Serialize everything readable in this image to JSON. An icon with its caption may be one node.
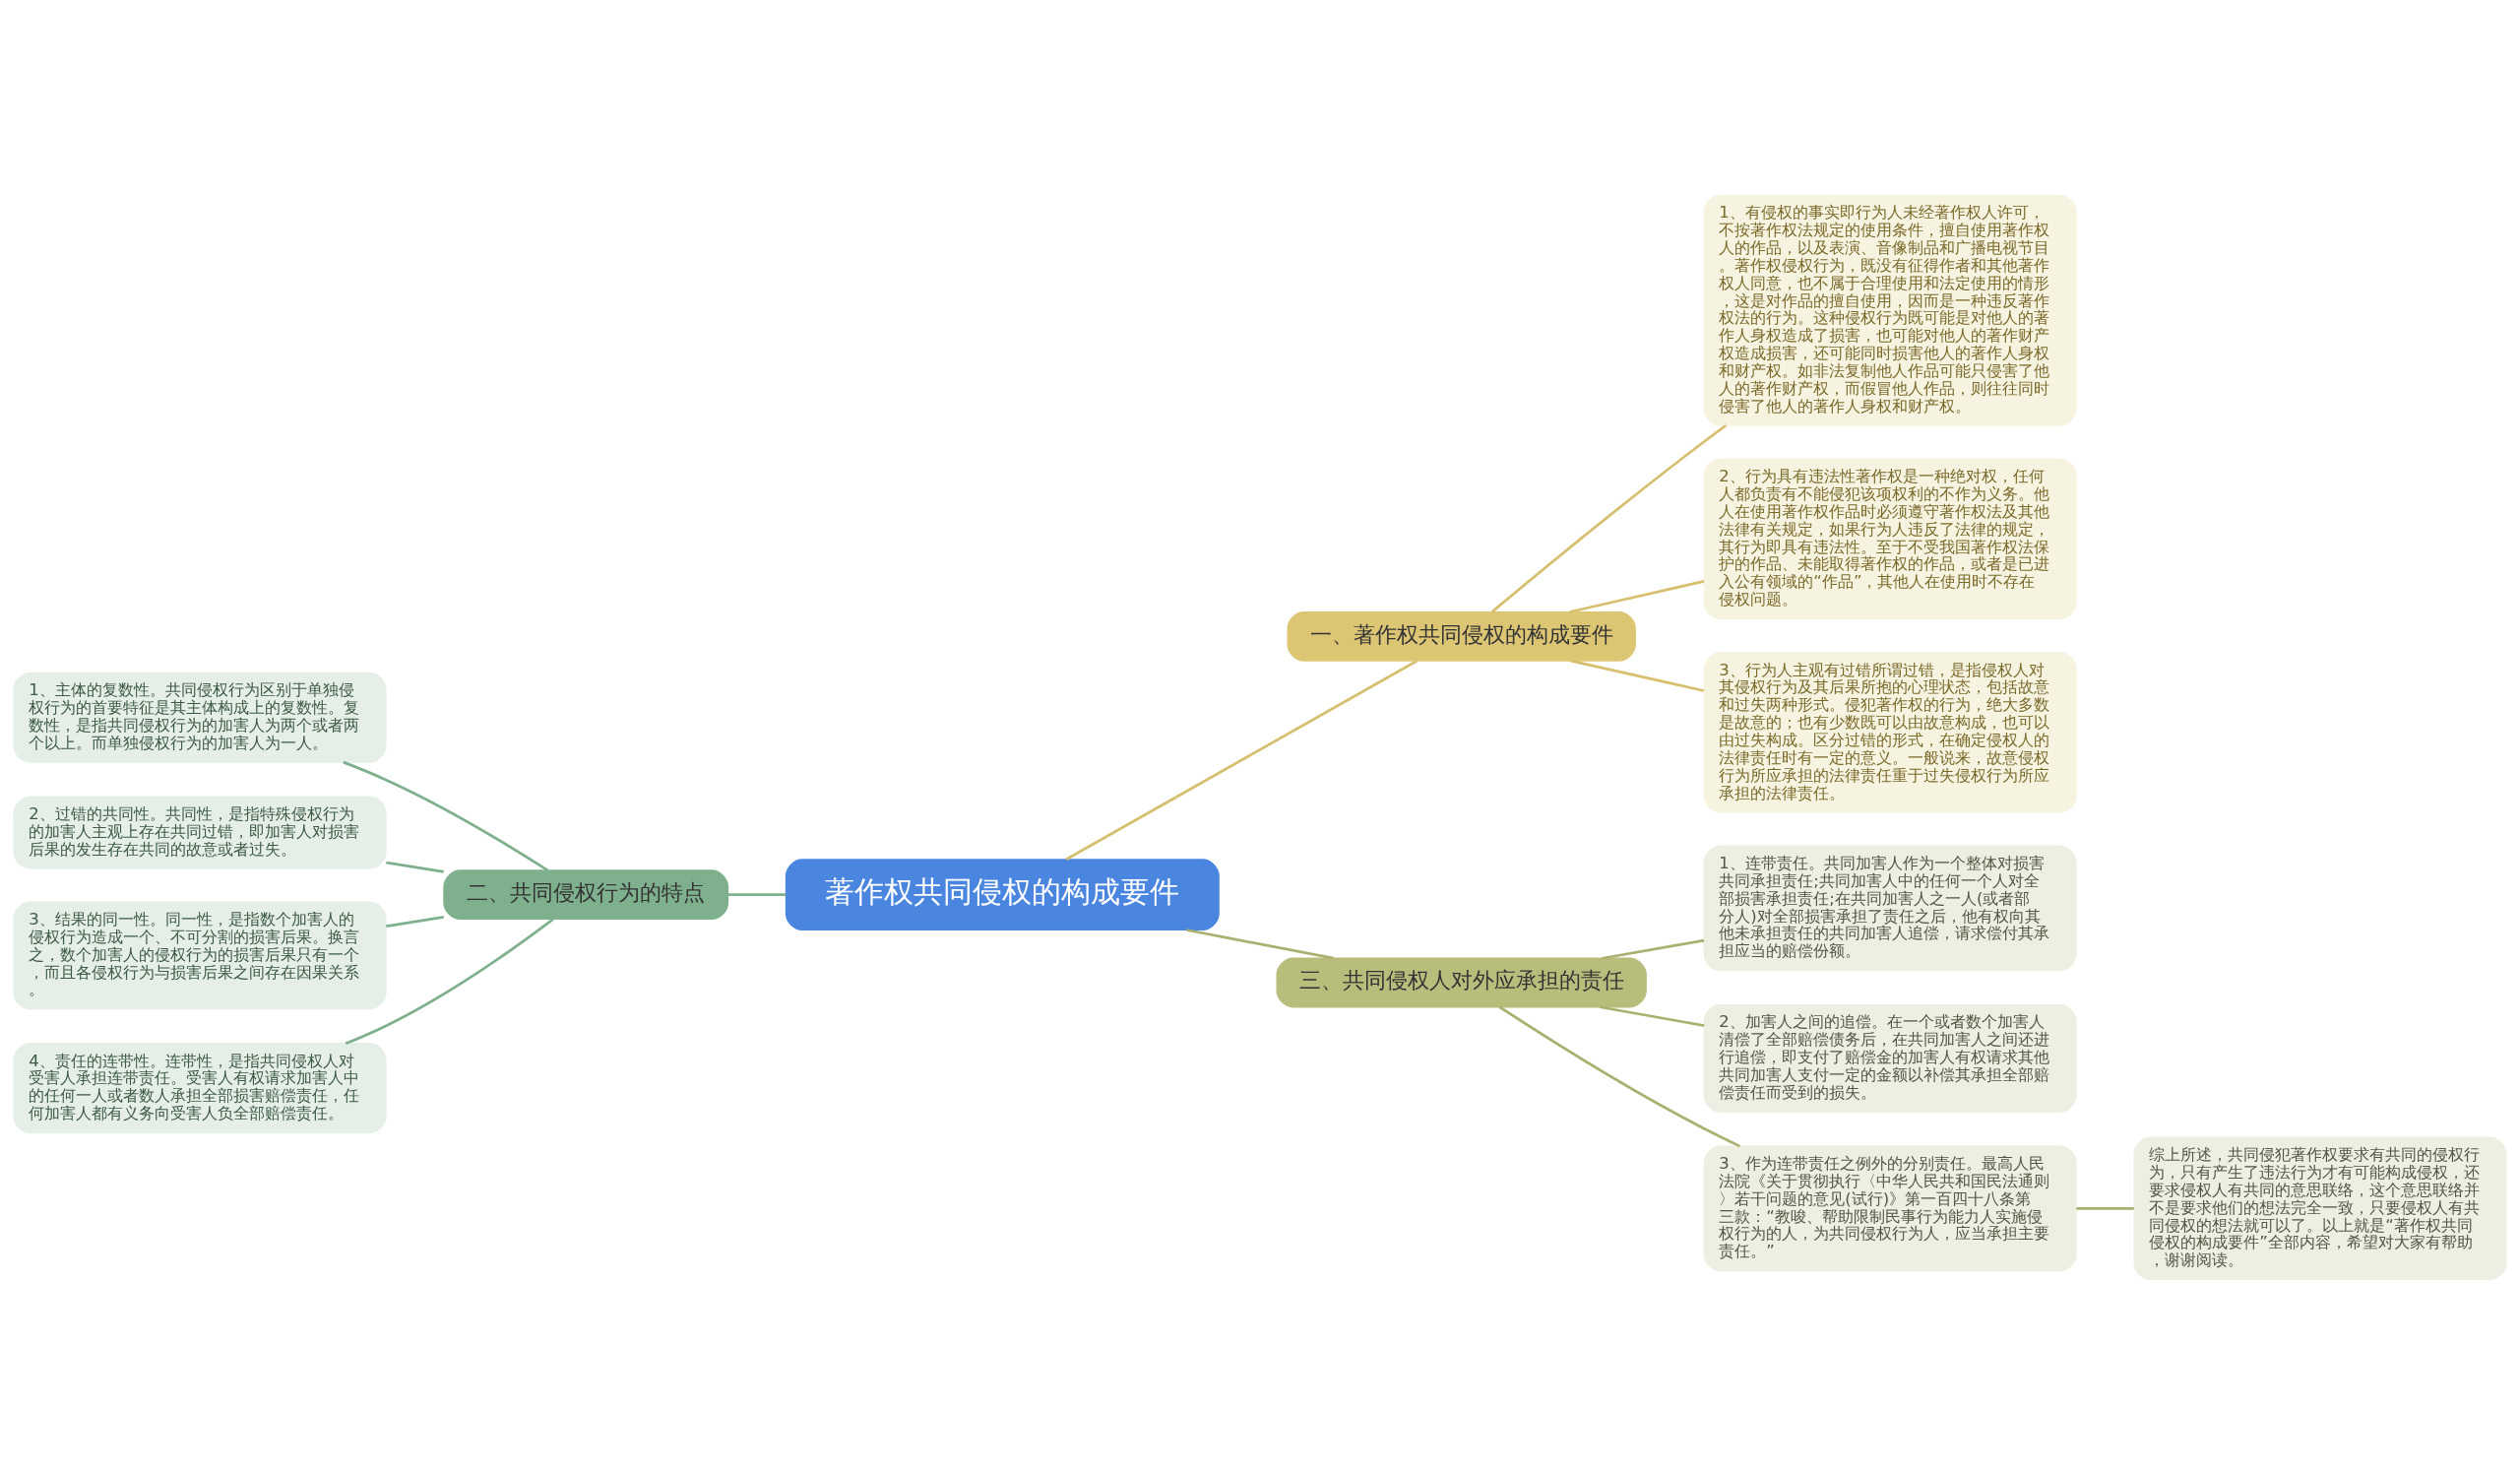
{
  "diagram": {
    "nodes": [
      {
        "text": [
          "著作权共同侵权的构成要件"
        ]
      },
      {
        "text": [
          "一、著作权共同侵权的构成要件"
        ]
      },
      {
        "text": [
          "1、有侵权的事实即行为人未经著作权人许可，不按著作权法规定的使用条件，擅自使用著作权人的作品，以及表演、音像制品和广播电视节目。著作权侵权行为，既没有征得作者和其他著作权人同意，也不属于合理使用和法定使用的情形，这是对作品的擅自使用，因而是一种违反著作权法的行为。这种侵权行为既可能是对他人的著作人身权造成了损害，也可能对他人的著作财产权造成损害，还可能同时损害他人的著作人身权和财产权。如非法复制他人作品可能只侵害了他人的著作财产权，而假冒他人作品，则往往同时侵害了他人的著作人身权和财产权。"
        ]
      },
      {
        "text": [
          "2、行为具有违法性著作权是一种绝对权，任何人都负责有不能侵犯该项权利的不作为义务。他人在使用著作权作品时必须遵守著作权法及其他法律有关规定，如果行为人违反了法律的规定，其行为即具有违法性。至于不受我国著作权法保护的作品、未能取得著作权的作品，或者是已进入公有领域的“作品”，其他人在使用时不存在侵权问题。"
        ]
      },
      {
        "text": [
          "3、行为人主观有过错所谓过错，是指侵权人对其侵权行为及其后果所抱的心理状态，包括故意和过失两种形式。侵犯著作权的行为，绝大多数是故意的；也有少数既可以由故意构成，也可以由过失构成。区分过错的形式，在确定侵权人的法律责任时有一定的意义。一般说来，故意侵权行为所应承担的法律责任重于过失侵权行为所应承担的法律责任。"
        ]
      },
      {
        "text": [
          "二、共同侵权行为的特点"
        ]
      },
      {
        "text": [
          "1、主体的复数性。共同侵权行为区别于单独侵权行为的首要特征是其主体构成上的复数性。复数性，是指共同侵权行为的加害人为两个或者两个以上。而单独侵权行为的加害人为一人。"
        ]
      },
      {
        "text": [
          "2、过错的共同性。共同性，是指特殊侵权行为的加害人主观上存在共同过错，即加害人对损害后果的发生存在共同的故意或者过失。"
        ]
      },
      {
        "text": [
          "3、结果的同一性。同一性，是指数个加害人的侵权行为造成一个、不可分割的损害后果。换言之，数个加害人的侵权行为的损害后果只有一个，而且各侵权行为与损害后果之间存在因果关系。"
        ]
      },
      {
        "text": [
          "4、责任的连带性。连带性，是指共同侵权人对受害人承担连带责任。受害人有权请求加害人中的任何一人或者数人承担全部损害赔偿责任，任何加害人都有义务向受害人负全部赔偿责任。"
        ]
      },
      {
        "text": [
          "三、共同侵权人对外应承担的责任"
        ]
      },
      {
        "text": [
          "1、连带责任。共同加害人作为一个整体对损害共同承担责任;共同加害人中的任何一个人对全部损害承担责任;在共同加害人之一人(或者部分人)对全部损害承担了责任之后，他有权向其他未承担责任的共同加害人追偿，请求偿付其承担应当的赔偿份额。"
        ]
      },
      {
        "text": [
          "2、加害人之间的追偿。在一个或者数个加害人清偿了全部赔偿债务后，在共同加害人之间还进行追偿，即支付了赔偿金的加害人有权请求其他共同加害人支付一定的金额以补偿其承担全部赔偿责任而受到的损失。"
        ]
      },
      {
        "text": [
          "3、作为连带责任之例外的分别责任。最高人民法院《关于贯彻执行〈中华人民共和国民法通则〉若干问题的意见(试行)》第一百四十八条第三款：“教唆、帮助限制民事行为能力人实施侵权行为的人，为共同侵权行为人，应当承担主要责任。”"
        ]
      },
      {
        "text": [
          "综上所述，共同侵犯著作权要求有共同的侵权行为，只有产生了违法行为才有可能构成侵权，还要求侵权人有共同的意思联络，这个意思联络并不是要求他们的想法完全一致，只要侵权人有共同侵权的想法就可以了。以上就是“著作权共同侵权的构成要件”全部内容，希望对大家有帮助，谢谢阅读。"
        ]
      }
    ],
    "edges": [
      {
        "from": 0,
        "to": 1,
        "arrow": "none",
        "color": "#d6bf6e"
      },
      {
        "from": 1,
        "to": 2,
        "arrow": "none",
        "color": "#d6bf6e"
      },
      {
        "from": 1,
        "to": 3,
        "arrow": "none",
        "color": "#d6bf6e"
      },
      {
        "from": 1,
        "to": 4,
        "arrow": "none",
        "color": "#d6bf6e"
      },
      {
        "from": 0,
        "to": 5,
        "arrow": "none",
        "color": "#7fb08e"
      },
      {
        "from": 5,
        "to": 6,
        "arrow": "none",
        "color": "#7fb08e"
      },
      {
        "from": 5,
        "to": 7,
        "arrow": "none",
        "color": "#7fb08e"
      },
      {
        "from": 5,
        "to": 8,
        "arrow": "none",
        "color": "#7fb08e"
      },
      {
        "from": 5,
        "to": 9,
        "arrow": "none",
        "color": "#7fb08e"
      },
      {
        "from": 0,
        "to": 10,
        "arrow": "none",
        "color": "#aab070"
      },
      {
        "from": 10,
        "to": 11,
        "arrow": "none",
        "color": "#aab070"
      },
      {
        "from": 10,
        "to": 12,
        "arrow": "none",
        "color": "#aab070"
      },
      {
        "from": 10,
        "to": 13,
        "arrow": "none",
        "color": "#aab070"
      },
      {
        "from": 13,
        "to": 14,
        "arrow": "none",
        "color": "#aab070"
      }
    ]
  }
}
